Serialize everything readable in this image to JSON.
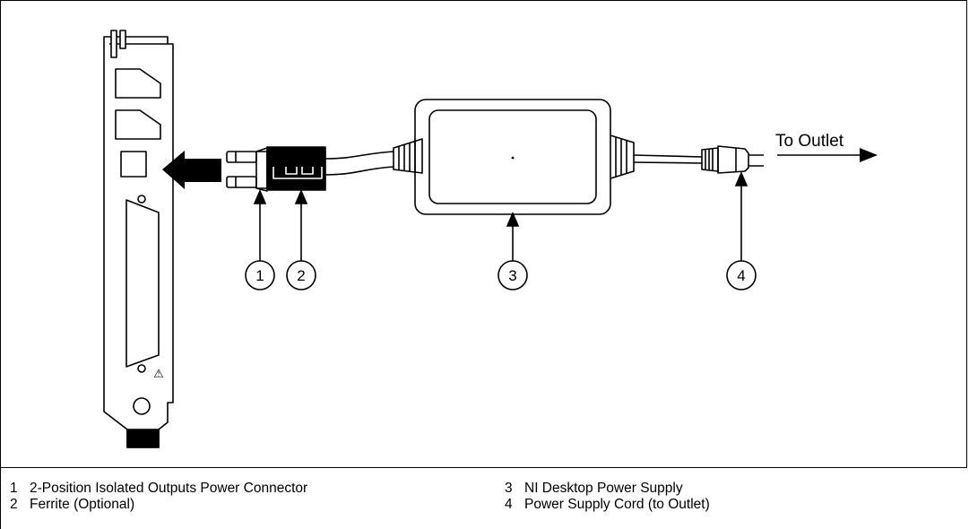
{
  "diagram": {
    "outlet_label": "To Outlet",
    "warning_symbol": "⚠",
    "callouts": [
      "1",
      "2",
      "3",
      "4"
    ]
  },
  "legend": {
    "items": [
      {
        "num": "1",
        "label": "2-Position Isolated Outputs Power Connector"
      },
      {
        "num": "2",
        "label": "Ferrite (Optional)"
      },
      {
        "num": "3",
        "label": "NI Desktop Power Supply"
      },
      {
        "num": "4",
        "label": "Power Supply Cord (to Outlet)"
      }
    ]
  }
}
